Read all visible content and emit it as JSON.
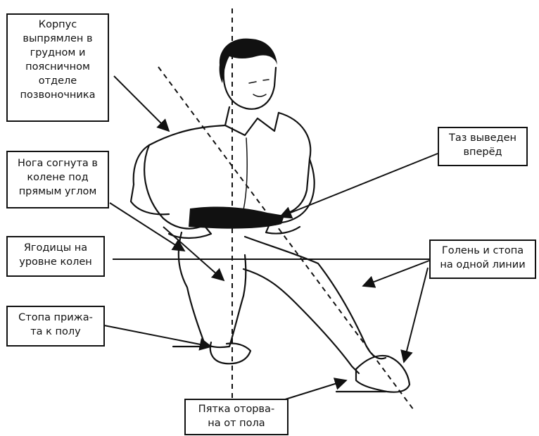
{
  "labels": {
    "corpus": [
      "Корпус",
      "выпрямлен в",
      "грудном и",
      "поясничном",
      "отделе",
      "позвоночника"
    ],
    "pelvis": [
      "Таз выведен",
      "вперёд"
    ],
    "leg_bent": [
      "Нога согнута в",
      "колене под",
      "прямым углом"
    ],
    "buttocks": [
      "Ягодицы на",
      "уровне колен"
    ],
    "shin_foot": [
      "Голень и стопа",
      "на одной линии"
    ],
    "foot_pressed": [
      "Стопа прижа-",
      "та к полу"
    ],
    "heel_off": [
      "Пятка оторва-",
      "на от пола"
    ]
  },
  "colors": {
    "ink": "#111111",
    "background": "#ffffff"
  }
}
